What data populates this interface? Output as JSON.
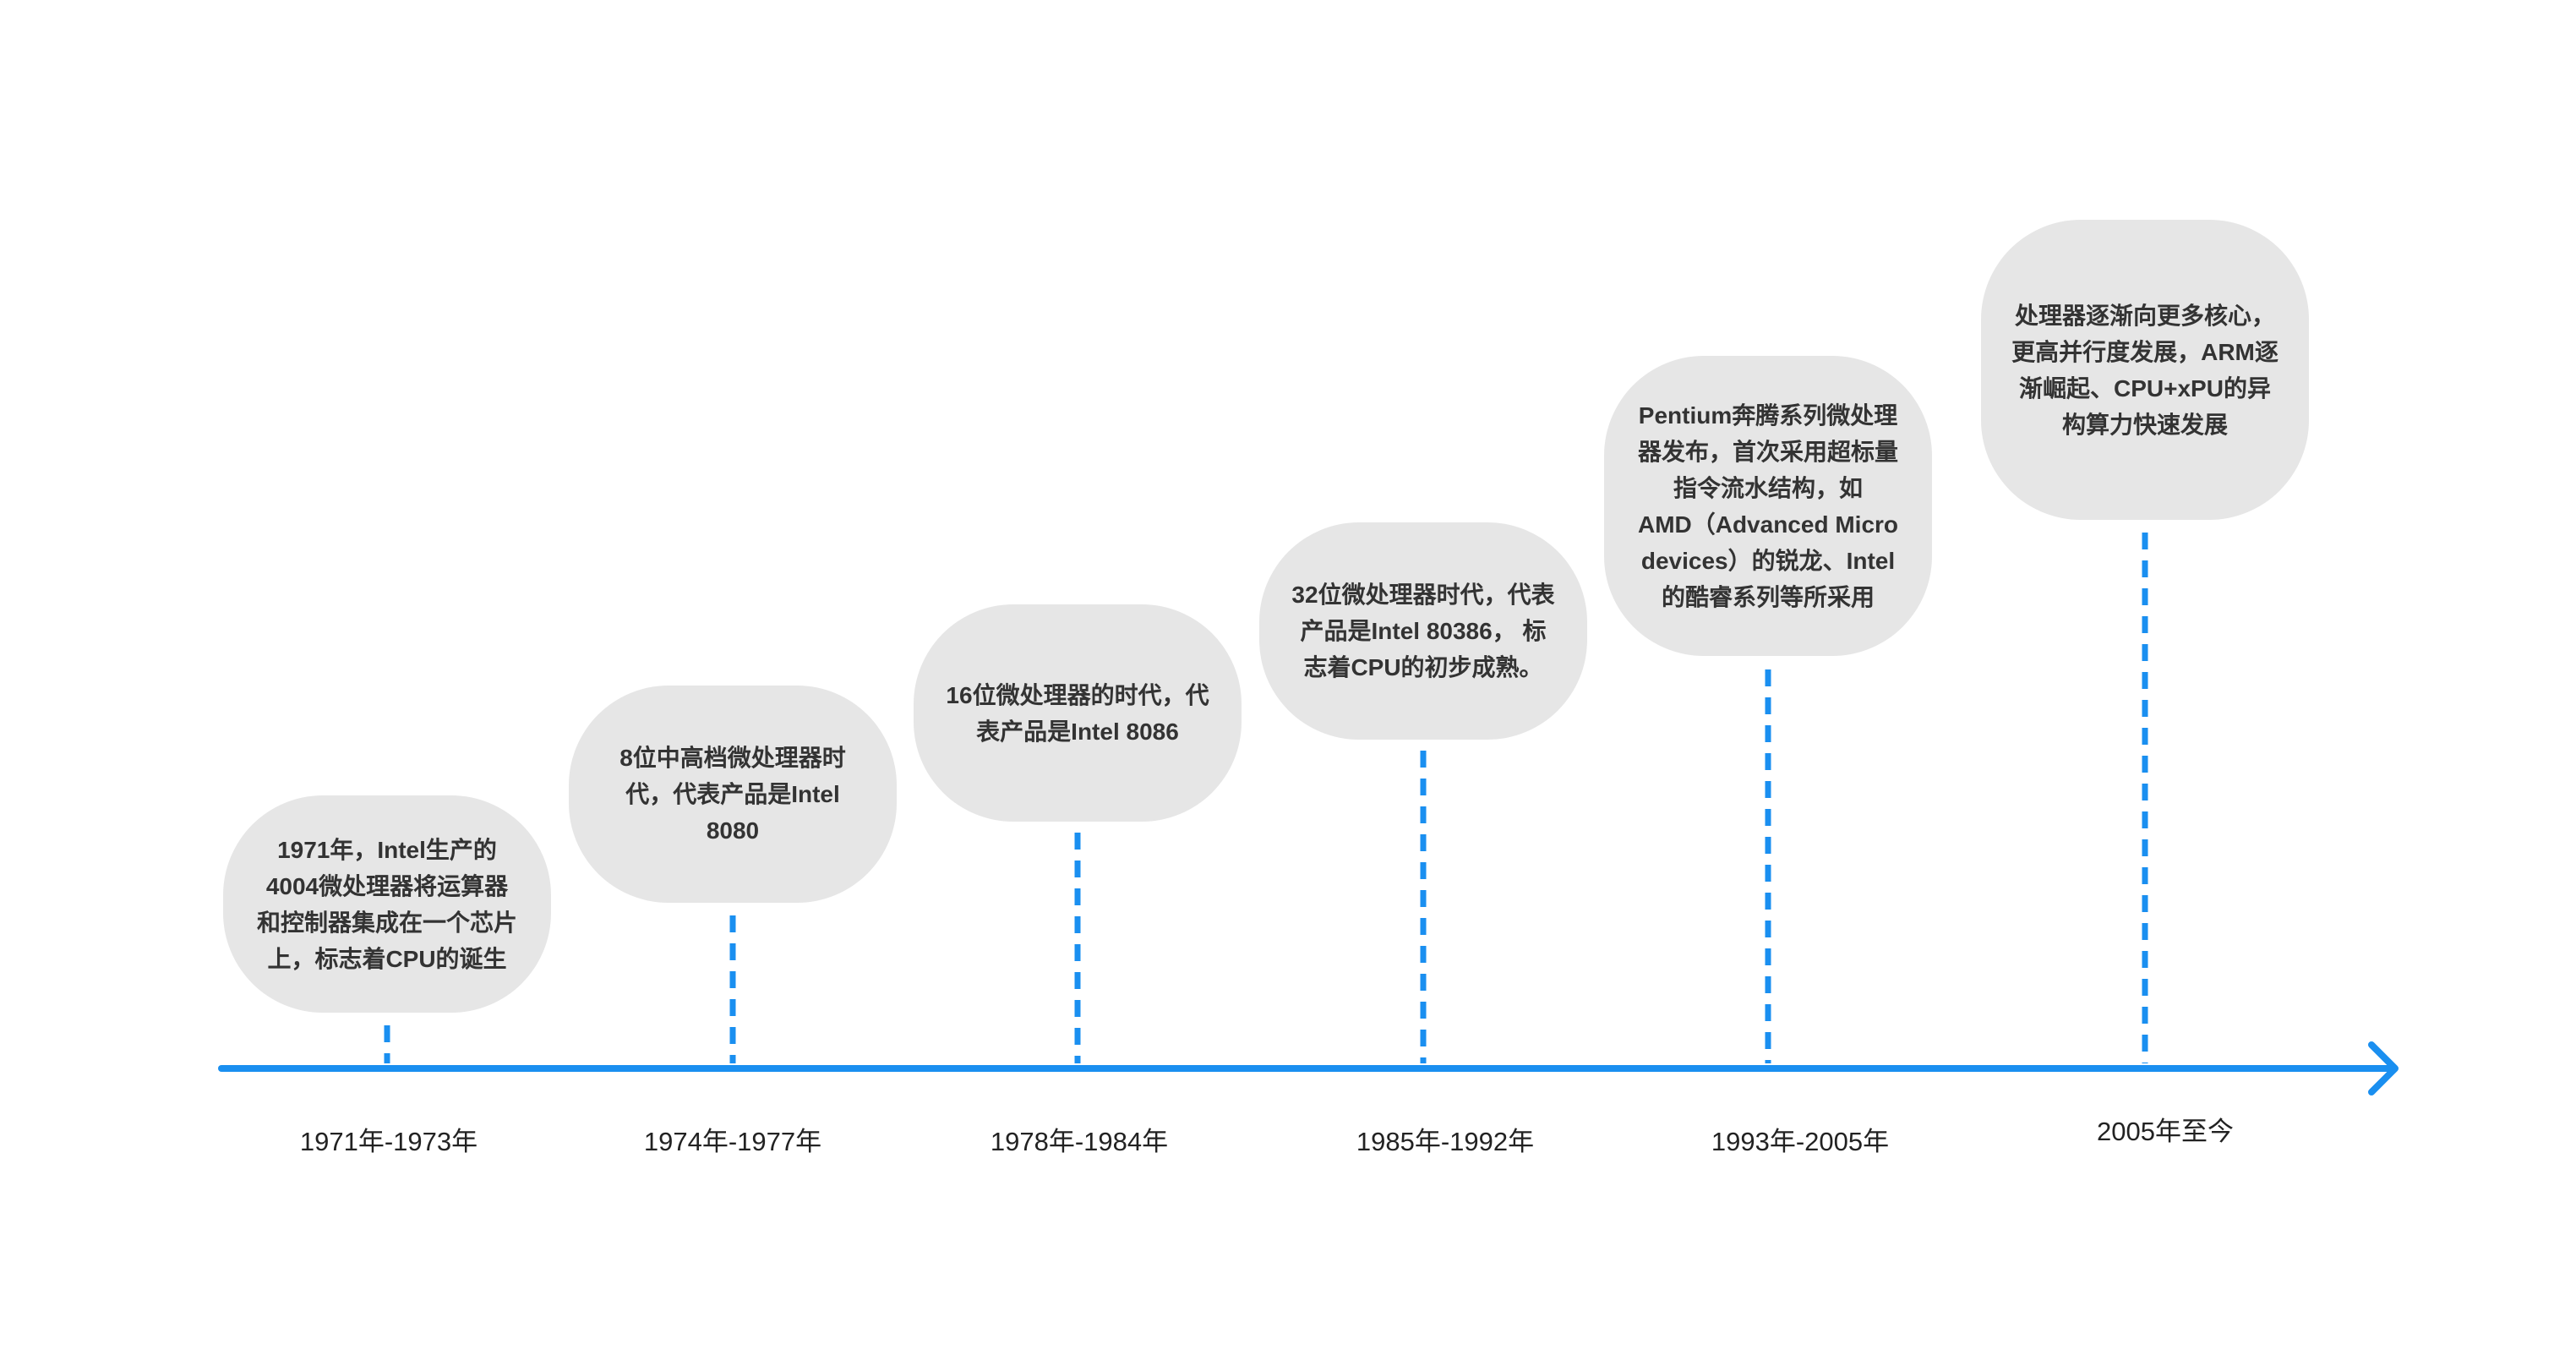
{
  "colors": {
    "accent": "#1a8ff0",
    "bubble": "#e6e6e6",
    "text": "#333333"
  },
  "events": [
    {
      "period": "1971年-1973年",
      "lines": [
        "1971年，Intel生产的",
        "4004微处理器将运算器",
        "和控制器集成在一个芯片",
        "上，标志着CPU的诞生"
      ]
    },
    {
      "period": "1974年-1977年",
      "lines": [
        "8位中高档微处理器时",
        "代，代表产品是Intel",
        "8080"
      ]
    },
    {
      "period": "1978年-1984年",
      "lines": [
        "16位微处理器的时代，代",
        "表产品是Intel 8086"
      ]
    },
    {
      "period": "1985年-1992年",
      "lines": [
        "32位微处理器时代，代表",
        "产品是Intel 80386， 标",
        "志着CPU的初步成熟。"
      ]
    },
    {
      "period": "1993年-2005年",
      "lines": [
        "Pentium奔腾系列微处理",
        "器发布，首次采用超标量",
        "指令流水结构，如",
        "AMD（Advanced Micro",
        "devices）的锐龙、Intel",
        "的酷睿系列等所采用"
      ]
    },
    {
      "period": "2005年至今",
      "lines": [
        "处理器逐渐向更多核心，",
        "更高并行度发展，ARM逐",
        "渐崛起、CPU+xPU的异",
        "构算力快速发展"
      ]
    }
  ]
}
